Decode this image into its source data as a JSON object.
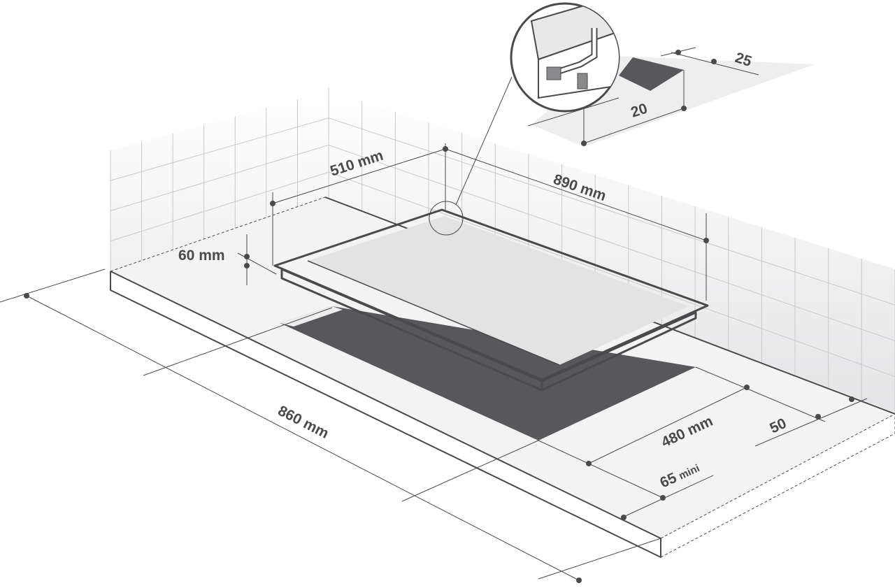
{
  "title": "Built-in hob installation dimensions",
  "dimensions": {
    "depth": "510 mm",
    "width": "890 mm",
    "height": "60 mm",
    "counter_width": "860 mm",
    "cutout_depth": "480 mm",
    "back_clearance": "50",
    "front_clearance": "65",
    "front_clearance_suffix": "mini",
    "detail_a": "25",
    "detail_b": "20"
  },
  "colors": {
    "line": "#4a4a4d",
    "cutout": "#58575b",
    "tile": "#c9c9cb"
  }
}
